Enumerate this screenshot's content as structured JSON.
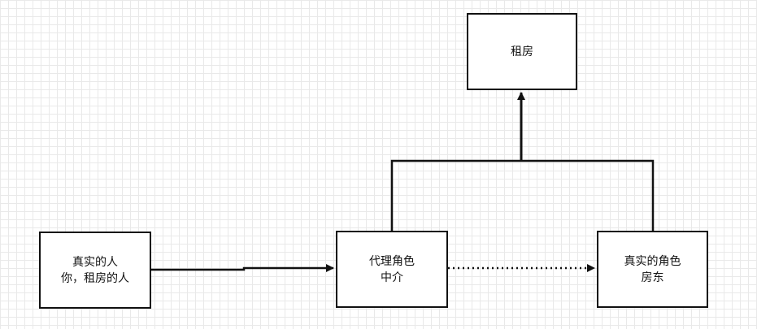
{
  "nodes": {
    "rent": {
      "label": "租房"
    },
    "real_person": {
      "line1": "真实的人",
      "line2": "你，租房的人"
    },
    "proxy": {
      "line1": "代理角色",
      "line2": "中介"
    },
    "real_role": {
      "line1": "真实的角色",
      "line2": "房东"
    }
  },
  "edges": [
    {
      "from": "real_person",
      "to": "proxy",
      "style": "solid"
    },
    {
      "from": "proxy",
      "to": "real_role",
      "style": "dotted"
    },
    {
      "from": "proxy",
      "to": "rent",
      "style": "solid",
      "via": "junction"
    },
    {
      "from": "real_role",
      "to": "rent",
      "style": "solid",
      "via": "junction"
    }
  ],
  "colors": {
    "stroke": "#111111",
    "grid": "#e9e9e9",
    "background": "#ffffff"
  }
}
